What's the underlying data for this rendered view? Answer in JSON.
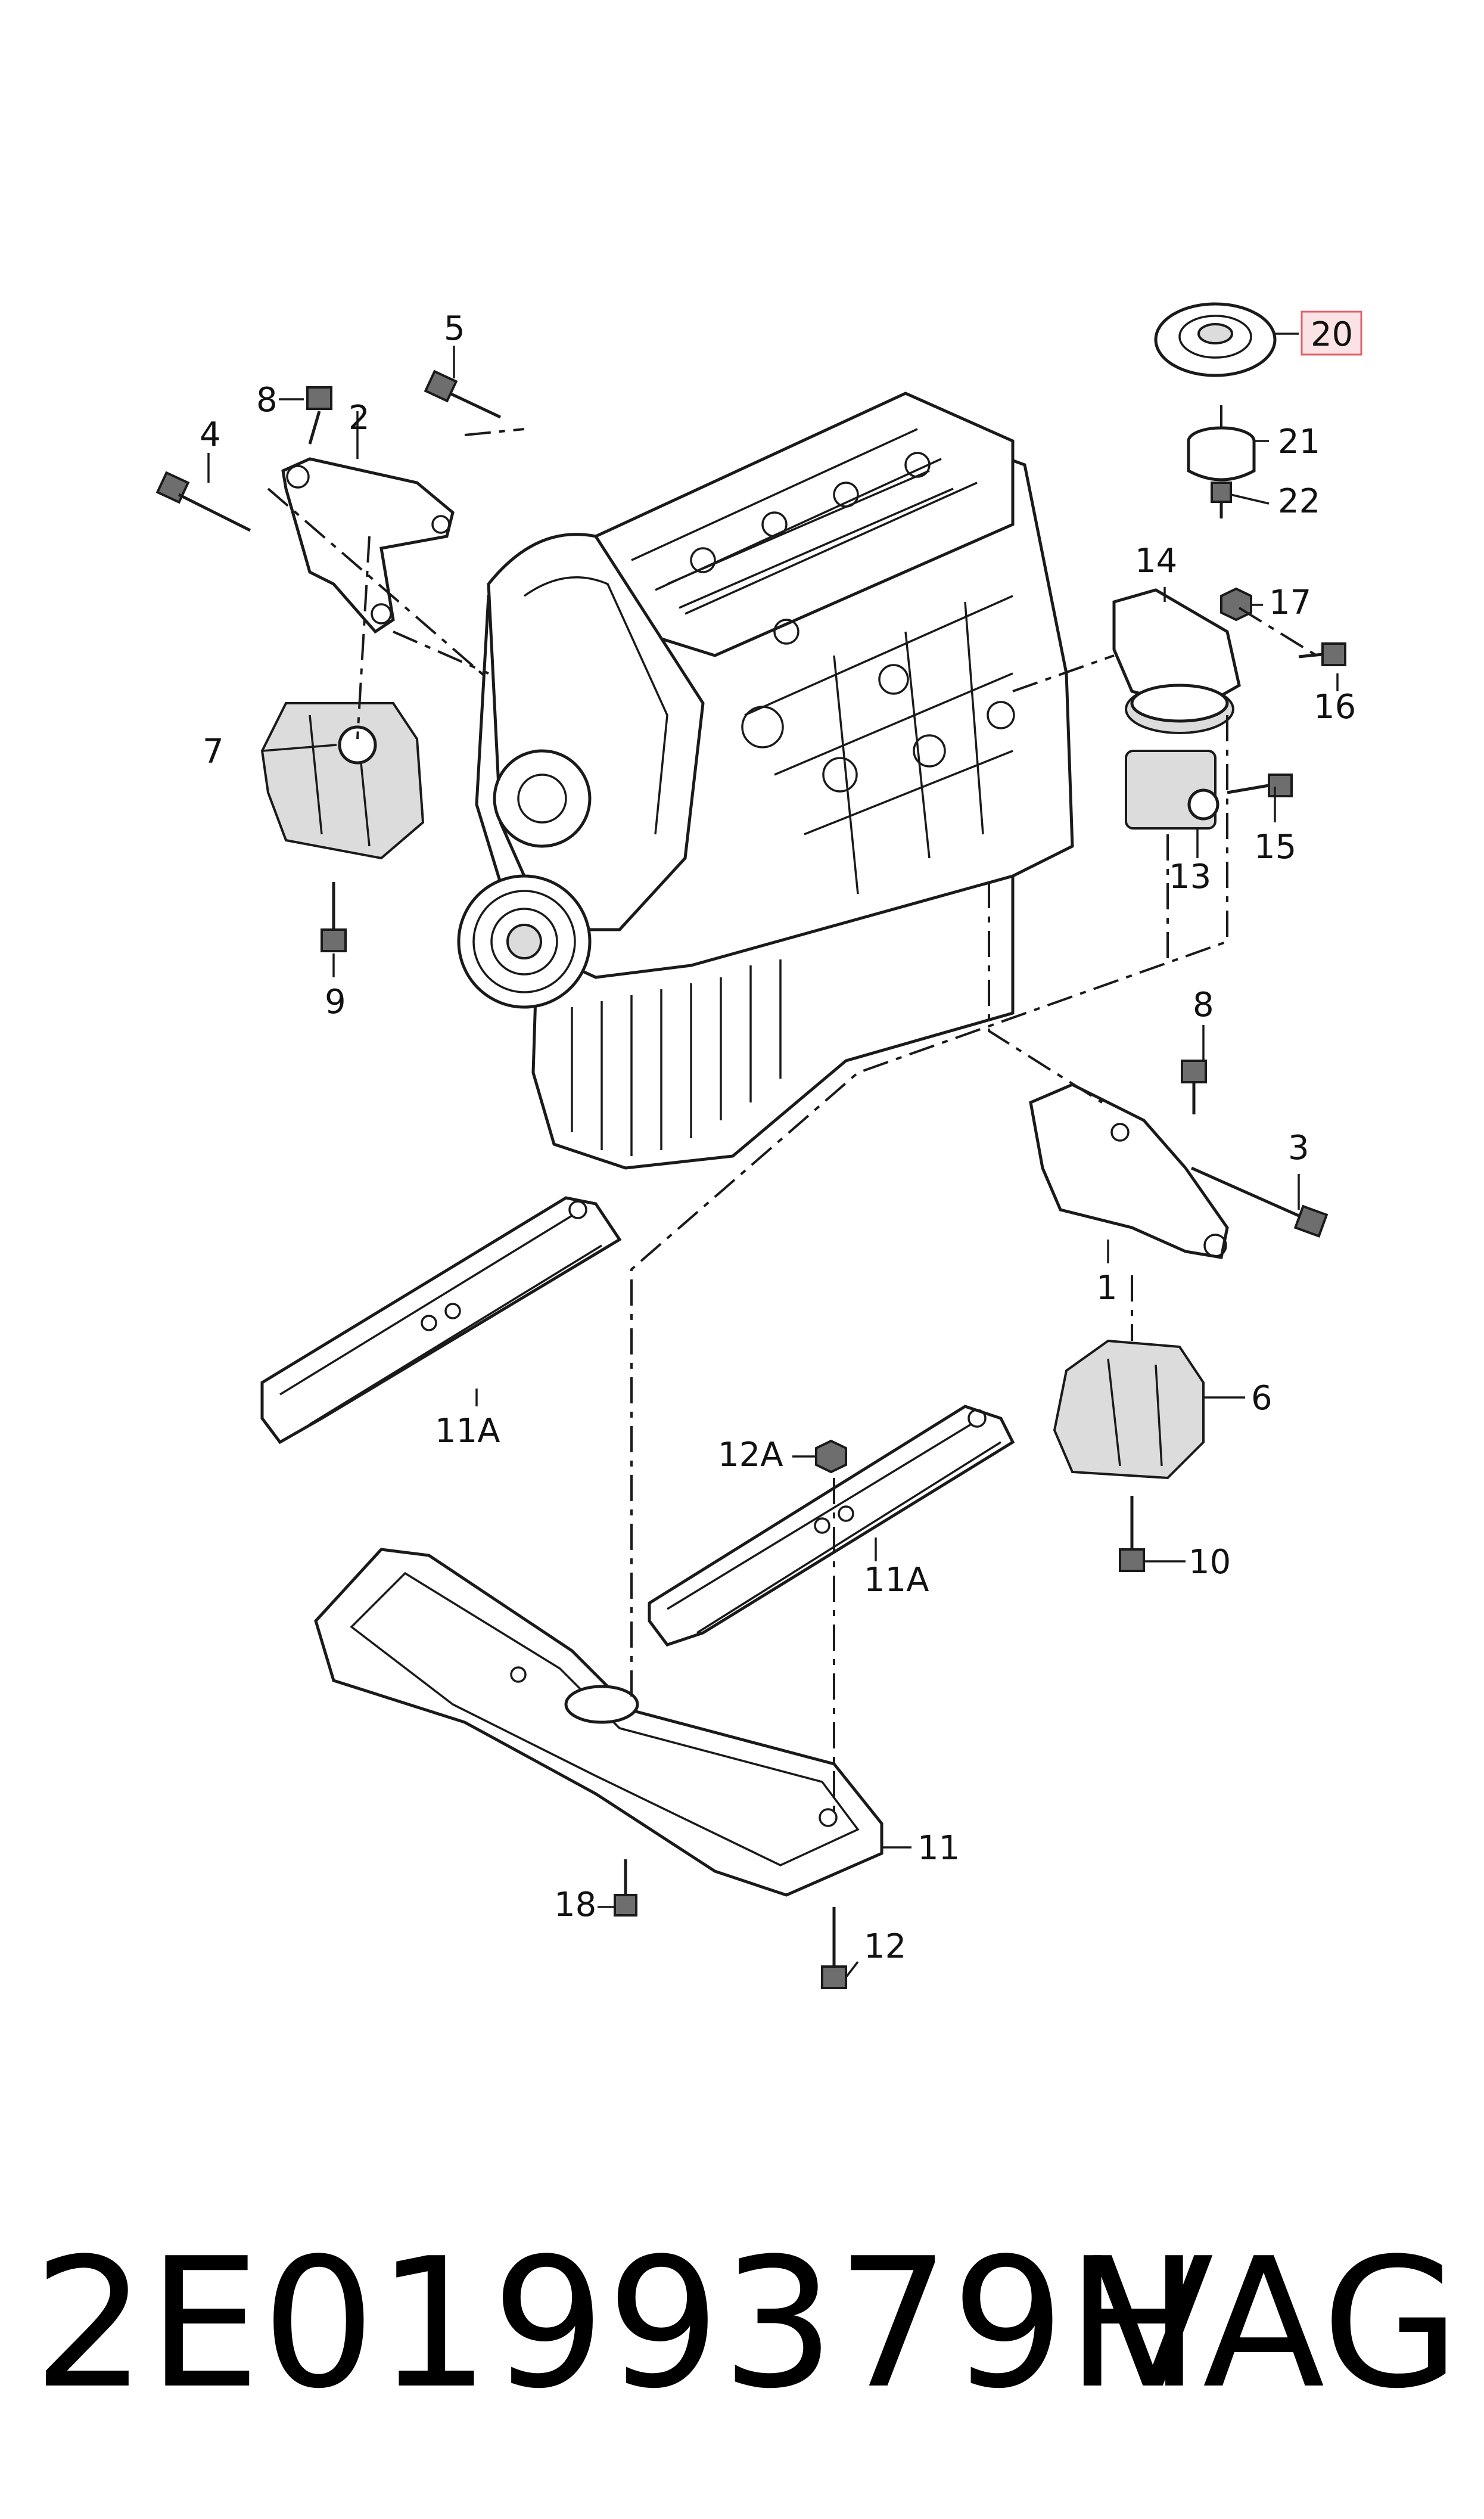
{
  "diagram": {
    "callouts": {
      "c1": "1",
      "c2": "2",
      "c3": "3",
      "c4": "4",
      "c5": "5",
      "c6": "6",
      "c7": "7",
      "c8a": "8",
      "c8b": "8",
      "c9": "9",
      "c10": "10",
      "c11": "11",
      "c11a_left": "11A",
      "c11a_right": "11A",
      "c12": "12",
      "c12a": "12A",
      "c13": "13",
      "c14": "14",
      "c15": "15",
      "c16": "16",
      "c17": "17",
      "c18": "18",
      "c20": "20",
      "c21": "21",
      "c22": "22"
    },
    "highlight": {
      "callout": "20",
      "border_color": "#e0606a",
      "fill_color": "#fbe3e5"
    }
  },
  "footer": {
    "part_number": "2E0199379H",
    "brand": "VAG"
  }
}
